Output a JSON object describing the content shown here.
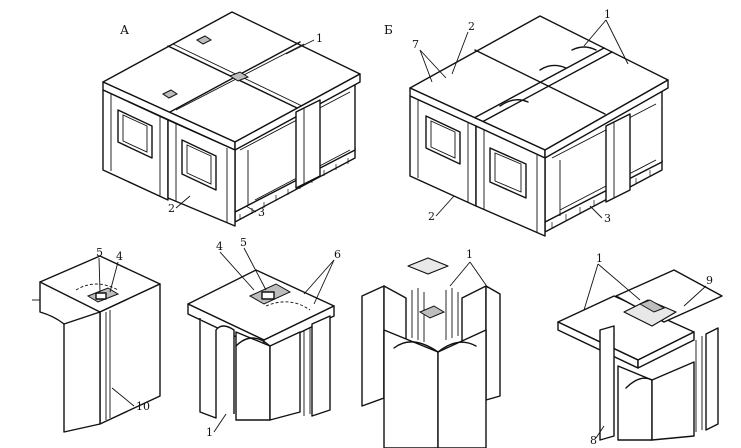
{
  "figure": {
    "panel_labels": {
      "a": "А",
      "b": "Б"
    },
    "callouts": {
      "a_top": "1",
      "a_wall": "2",
      "a_floor": "3",
      "b_top_right": "1",
      "b_beam": "2",
      "b_seven": "7",
      "b_wall": "2",
      "b_floor": "3",
      "d1_five": "5",
      "d1_four": "4",
      "d1_ten": "10",
      "d2_four": "4",
      "d2_five": "5",
      "d2_six": "6",
      "d2_one": "1",
      "d3_one": "1",
      "d4_one": "1",
      "d4_nine": "9",
      "d4_eight": "8"
    }
  }
}
